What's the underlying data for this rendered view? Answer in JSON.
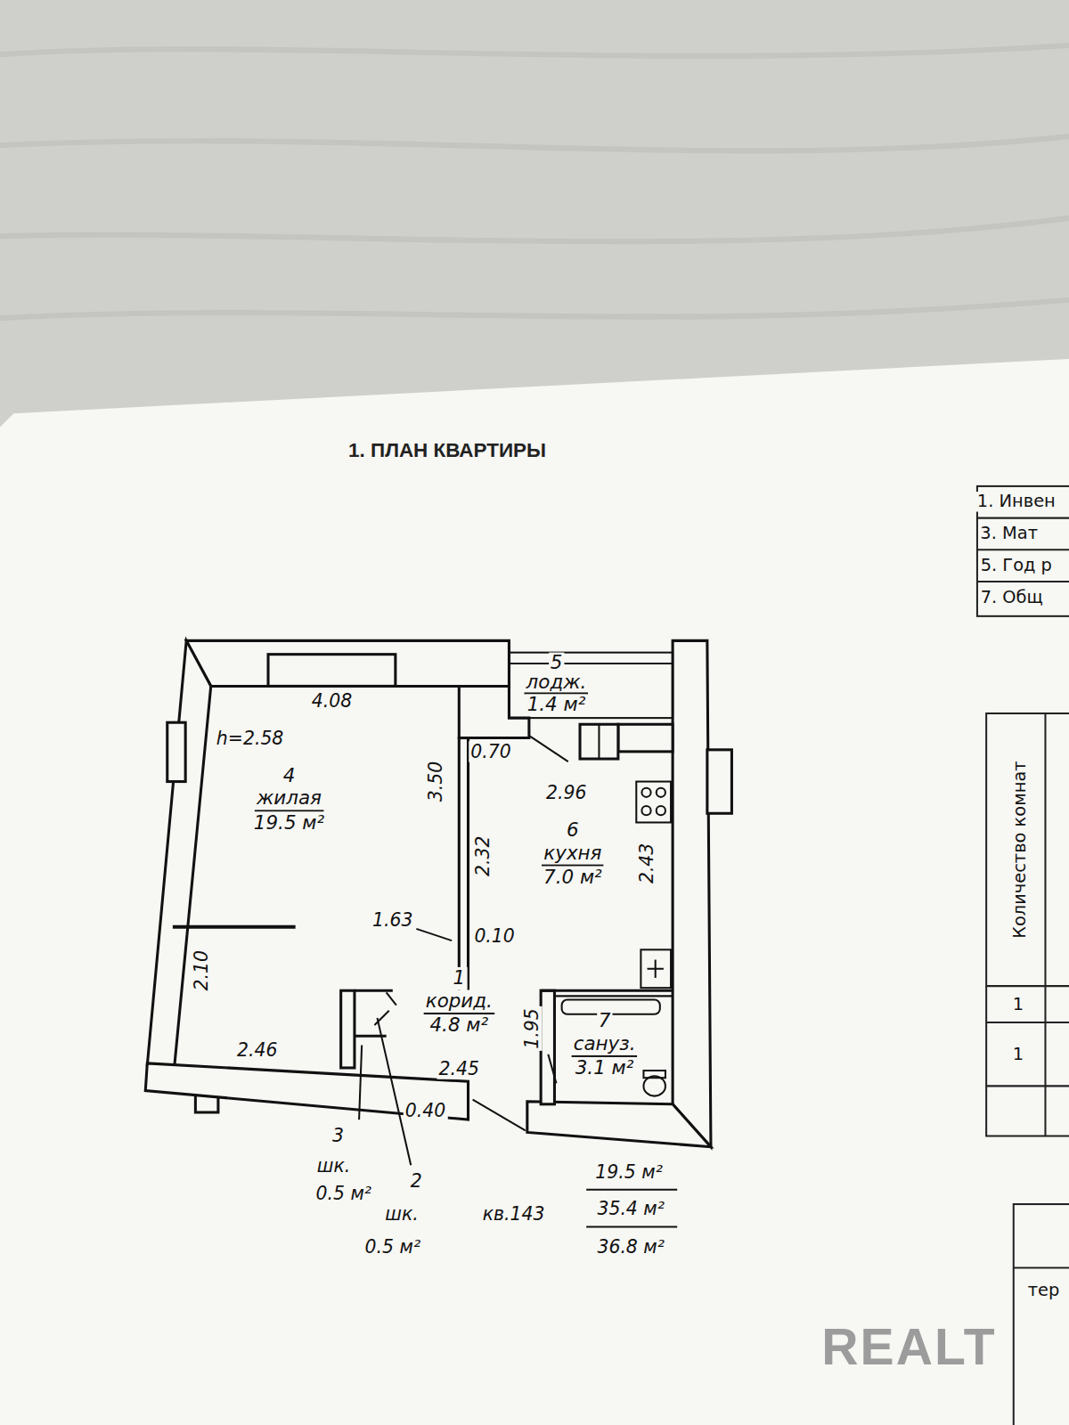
{
  "diagram": {
    "title": "1. ПЛАН КВАРТИРЫ",
    "nodes": [
      {
        "text": [
          "4",
          "жилая",
          "19.5 м²"
        ]
      },
      {
        "text": [
          "5",
          "лодж.",
          "1.4 м²"
        ]
      },
      {
        "text": [
          "6",
          "кухня",
          "7.0 м²"
        ]
      },
      {
        "text": [
          "1",
          "корид.",
          "4.8 м²"
        ]
      },
      {
        "text": [
          "7",
          "сануз.",
          "3.1 м²"
        ]
      }
    ],
    "labels": [
      "1. Инвен",
      "3. Мат",
      "5. Год р",
      "7. Общ",
      "4.08",
      "h=2.58",
      "0.70",
      "3.50",
      "2.32",
      "2.96",
      "2.43",
      "1.63",
      "0.10",
      "2.10",
      "1.95",
      "2.46",
      "2.45",
      "0.40",
      "3",
      "шк.",
      "0.5 м²",
      "2",
      "шк.",
      "0.5 м²",
      "кв.143",
      "19.5 м²",
      "35.4 м²",
      "36.8 м²",
      "Количество комнат",
      "1",
      "1",
      "тер",
      "REALT"
    ]
  }
}
